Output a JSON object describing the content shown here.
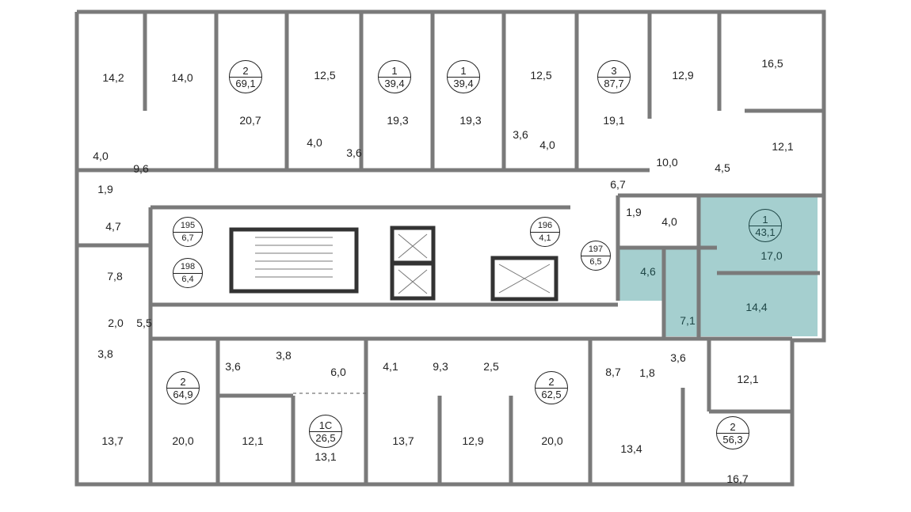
{
  "colors": {
    "wall": "#7a7a7a",
    "wall_dark": "#333333",
    "highlight": "#a5cfcf",
    "highlight_text": "#1e4646"
  },
  "apartments": [
    {
      "rooms": "2",
      "area": "69,1"
    },
    {
      "rooms": "1",
      "area": "39,4"
    },
    {
      "rooms": "1",
      "area": "39,4"
    },
    {
      "rooms": "3",
      "area": "87,7"
    },
    {
      "rooms": "1",
      "area": "43,1",
      "highlighted": true
    },
    {
      "rooms": "2",
      "area": "64,9"
    },
    {
      "rooms": "2",
      "area": "62,5"
    },
    {
      "rooms": "1C",
      "area": "26,5"
    },
    {
      "rooms": "2",
      "area": "56,3"
    }
  ],
  "utility_rooms": [
    {
      "number": "195",
      "area": "6,7"
    },
    {
      "number": "198",
      "area": "6,4"
    },
    {
      "number": "196",
      "area": "4,1"
    },
    {
      "number": "197",
      "area": "6,5"
    }
  ],
  "room_areas": [
    "14,2",
    "14,0",
    "20,7",
    "12,5",
    "19,3",
    "19,3",
    "12,5",
    "19,1",
    "12,9",
    "16,5",
    "12,1",
    "10,0",
    "4,5",
    "6,7",
    "4,0",
    "1,9",
    "9,6",
    "4,0",
    "3,6",
    "3,6",
    "4,0",
    "4,7",
    "1,9",
    "4,0",
    "17,0",
    "4,6",
    "14,4",
    "7,1",
    "7,8",
    "5,5",
    "2,0",
    "3,8",
    "3,6",
    "3,8",
    "6,0",
    "4,1",
    "9,3",
    "2,5",
    "8,7",
    "1,8",
    "3,6",
    "12,1",
    "13,7",
    "20,0",
    "12,1",
    "13,1",
    "13,7",
    "12,9",
    "20,0",
    "13,4",
    "16,7"
  ]
}
